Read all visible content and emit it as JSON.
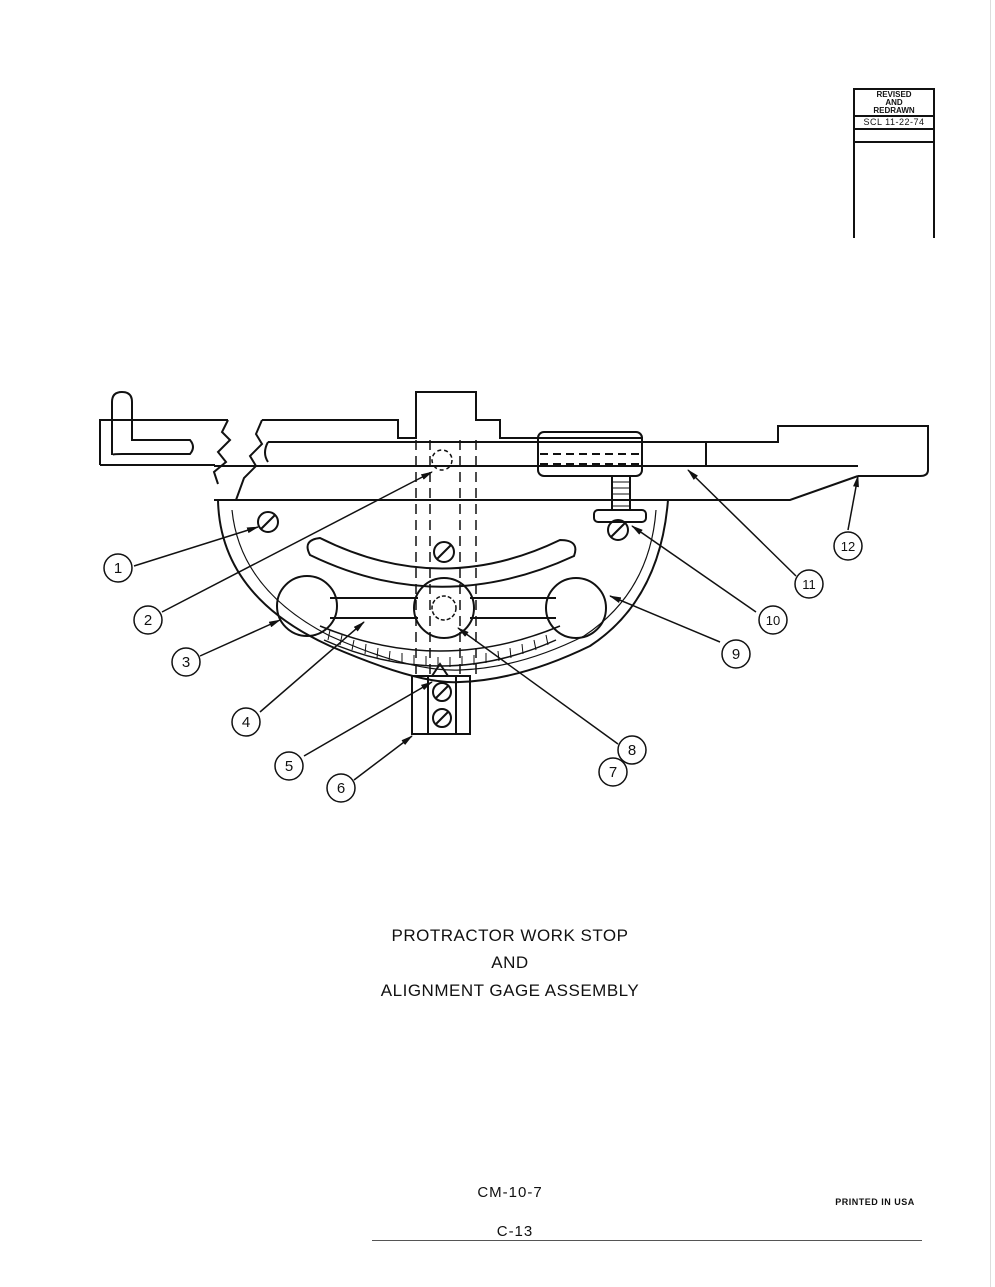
{
  "revision": {
    "line1": "REVISED",
    "line2": "AND",
    "line3": "REDRAWN",
    "date": "SCL 11-22-74"
  },
  "callouts": [
    "1",
    "2",
    "3",
    "4",
    "5",
    "6",
    "7",
    "8",
    "9",
    "10",
    "11",
    "12"
  ],
  "title": {
    "line1": "PROTRACTOR WORK STOP",
    "line2": "AND",
    "line3": "ALIGNMENT GAGE ASSEMBLY"
  },
  "footer": {
    "doc_number": "CM-10-7",
    "printed": "PRINTED IN USA",
    "page": "C-13"
  }
}
